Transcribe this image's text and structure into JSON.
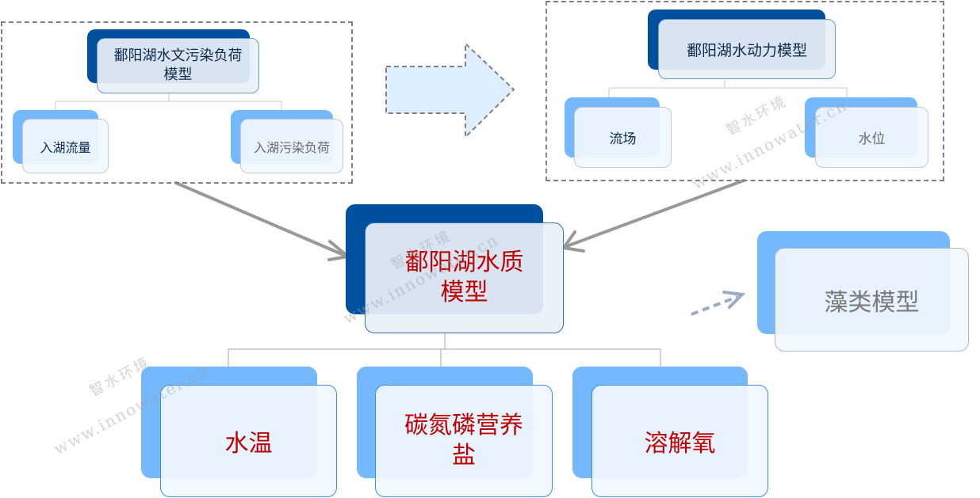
{
  "hydrology_group": {
    "title": "鄱阳湖水文污染负荷模型",
    "title_line1": "鄱阳湖水文污染负荷",
    "title_line2": "模型",
    "children": [
      "入湖流量",
      "入湖污染负荷"
    ]
  },
  "hydrodynamic_group": {
    "title": "鄱阳湖水动力模型",
    "children": [
      "流场",
      "水位"
    ]
  },
  "water_quality": {
    "title_line1": "鄱阳湖水质",
    "title_line2": "模型",
    "children": [
      {
        "line1": "水温",
        "line2": ""
      },
      {
        "line1": "碳氮磷营养",
        "line2": "盐"
      },
      {
        "line1": "溶解氧",
        "line2": ""
      }
    ]
  },
  "algae_model": {
    "title": "藻类模型"
  },
  "watermark": {
    "cn": "智水环境",
    "url": "www.innowater.cn"
  },
  "colors": {
    "dark_blue": "#0050a0",
    "light_blue": "#74b8fd",
    "red_text": "#c00000",
    "arrow_gray": "#999999",
    "dashed_arrow": "#9aabc4"
  }
}
